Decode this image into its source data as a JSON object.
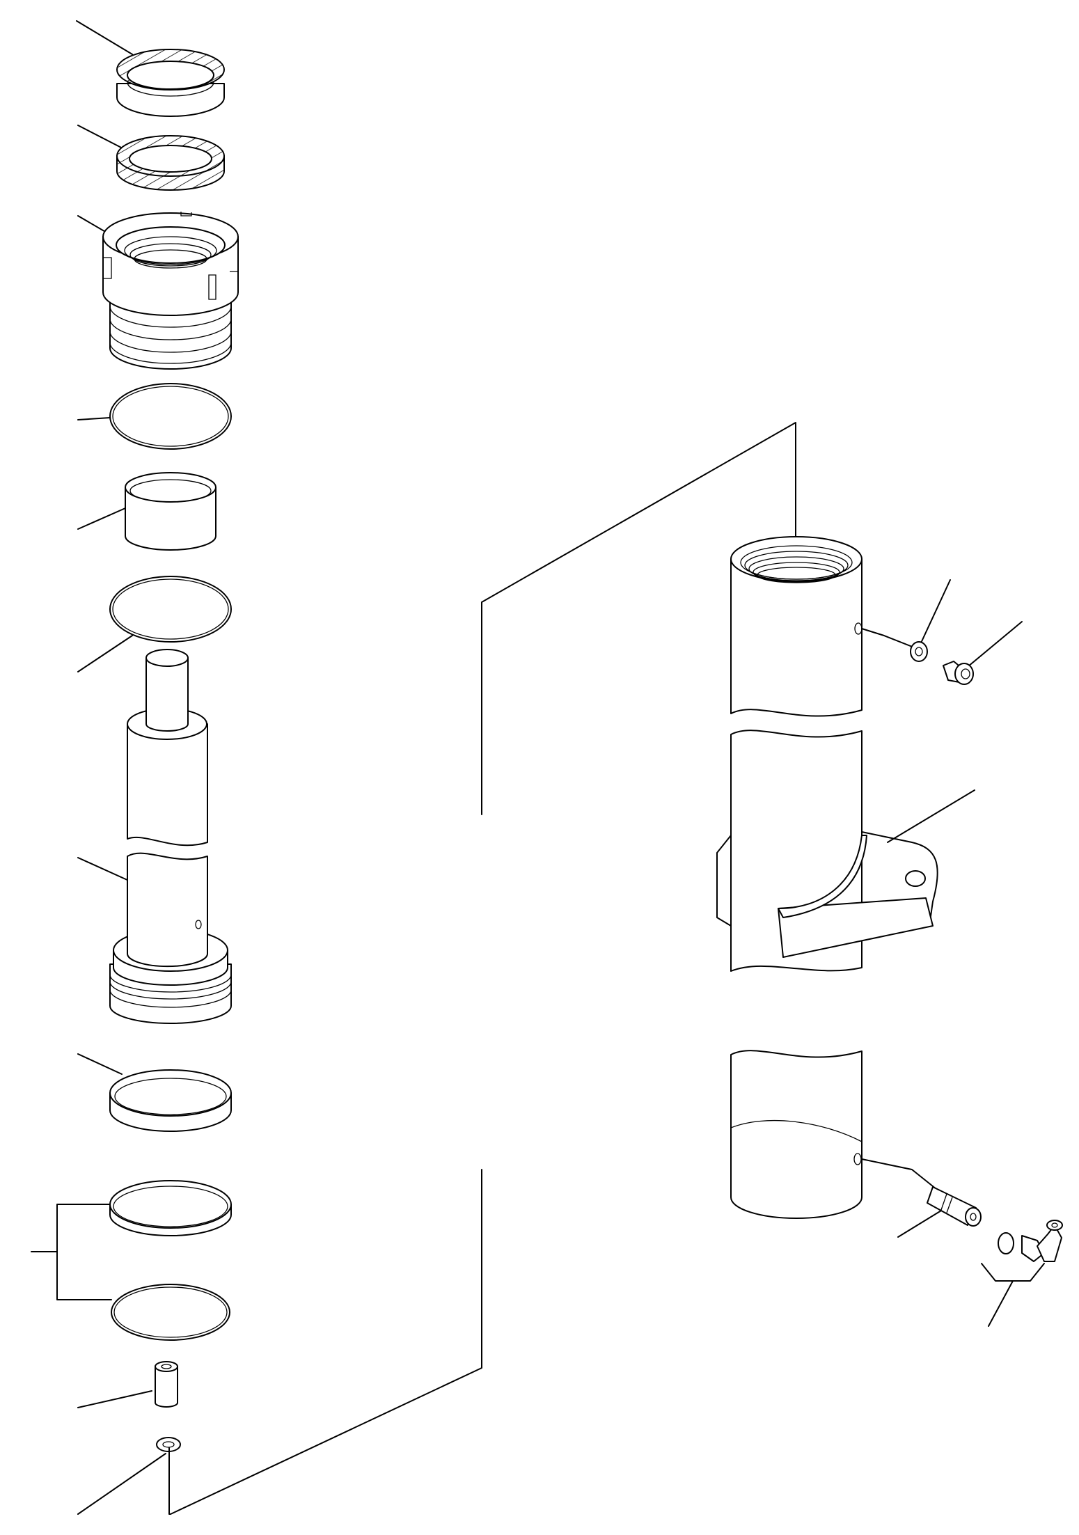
{
  "diagram": {
    "kind": "exploded-parts-view",
    "background_color": "#ffffff",
    "line_color": "#000000",
    "labels": [],
    "parts": [
      "seal",
      "backup-ring",
      "gland-nut",
      "o-ring",
      "bushing",
      "o-ring",
      "piston-rod",
      "piston",
      "wear-ring",
      "piston-seal-set",
      "spacer",
      "retaining-ring",
      "cylinder-tube",
      "mounting-bracket",
      "washer",
      "plug",
      "grease-fitting",
      "elbow-fitting",
      "o-ring-small"
    ]
  }
}
